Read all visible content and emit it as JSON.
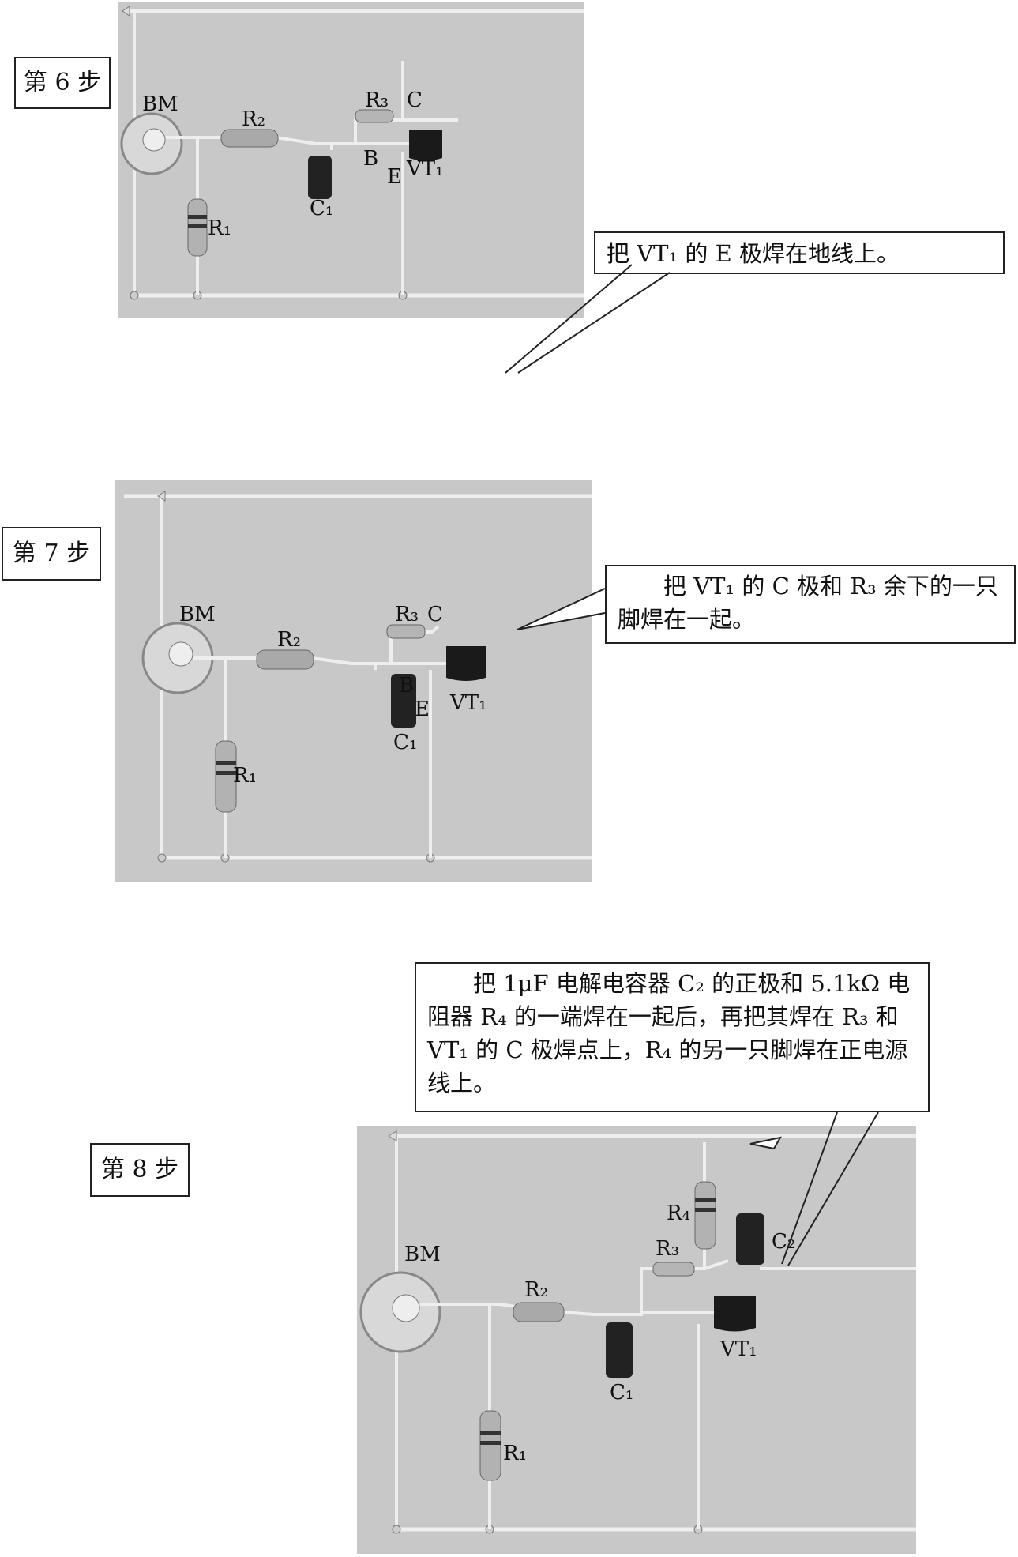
{
  "steps": [
    {
      "label": "第 6 步",
      "callout": "把 VT₁ 的 E 极焊在地线上。",
      "components": {
        "mic": "BM",
        "r1": "R₁",
        "r2": "R₂",
        "r3": "R₃",
        "c1": "C₁",
        "vt1": "VT₁",
        "pin_c": "C",
        "pin_b": "B",
        "pin_e": "E"
      }
    },
    {
      "label": "第 7 步",
      "callout": "把 VT₁ 的 C 极和 R₃ 余下的一只脚焊在一起。",
      "components": {
        "mic": "BM",
        "r1": "R₁",
        "r2": "R₂",
        "r3": "R₃",
        "c1": "C₁",
        "vt1": "VT₁",
        "pin_c": "C",
        "pin_b": "B",
        "pin_e": "E"
      }
    },
    {
      "label": "第 8 步",
      "callout": "把 1μF 电解电容器 C₂ 的正极和 5.1kΩ 电阻器 R₄ 的一端焊在一起后，再把其焊在 R₃ 和 VT₁ 的 C 极焊点上，R₄ 的另一只脚焊在正电源线上。",
      "components": {
        "mic": "BM",
        "r1": "R₁",
        "r2": "R₂",
        "r3": "R₃",
        "r4": "R₄",
        "c1": "C₁",
        "c2": "C₂",
        "vt1": "VT₁"
      }
    }
  ]
}
